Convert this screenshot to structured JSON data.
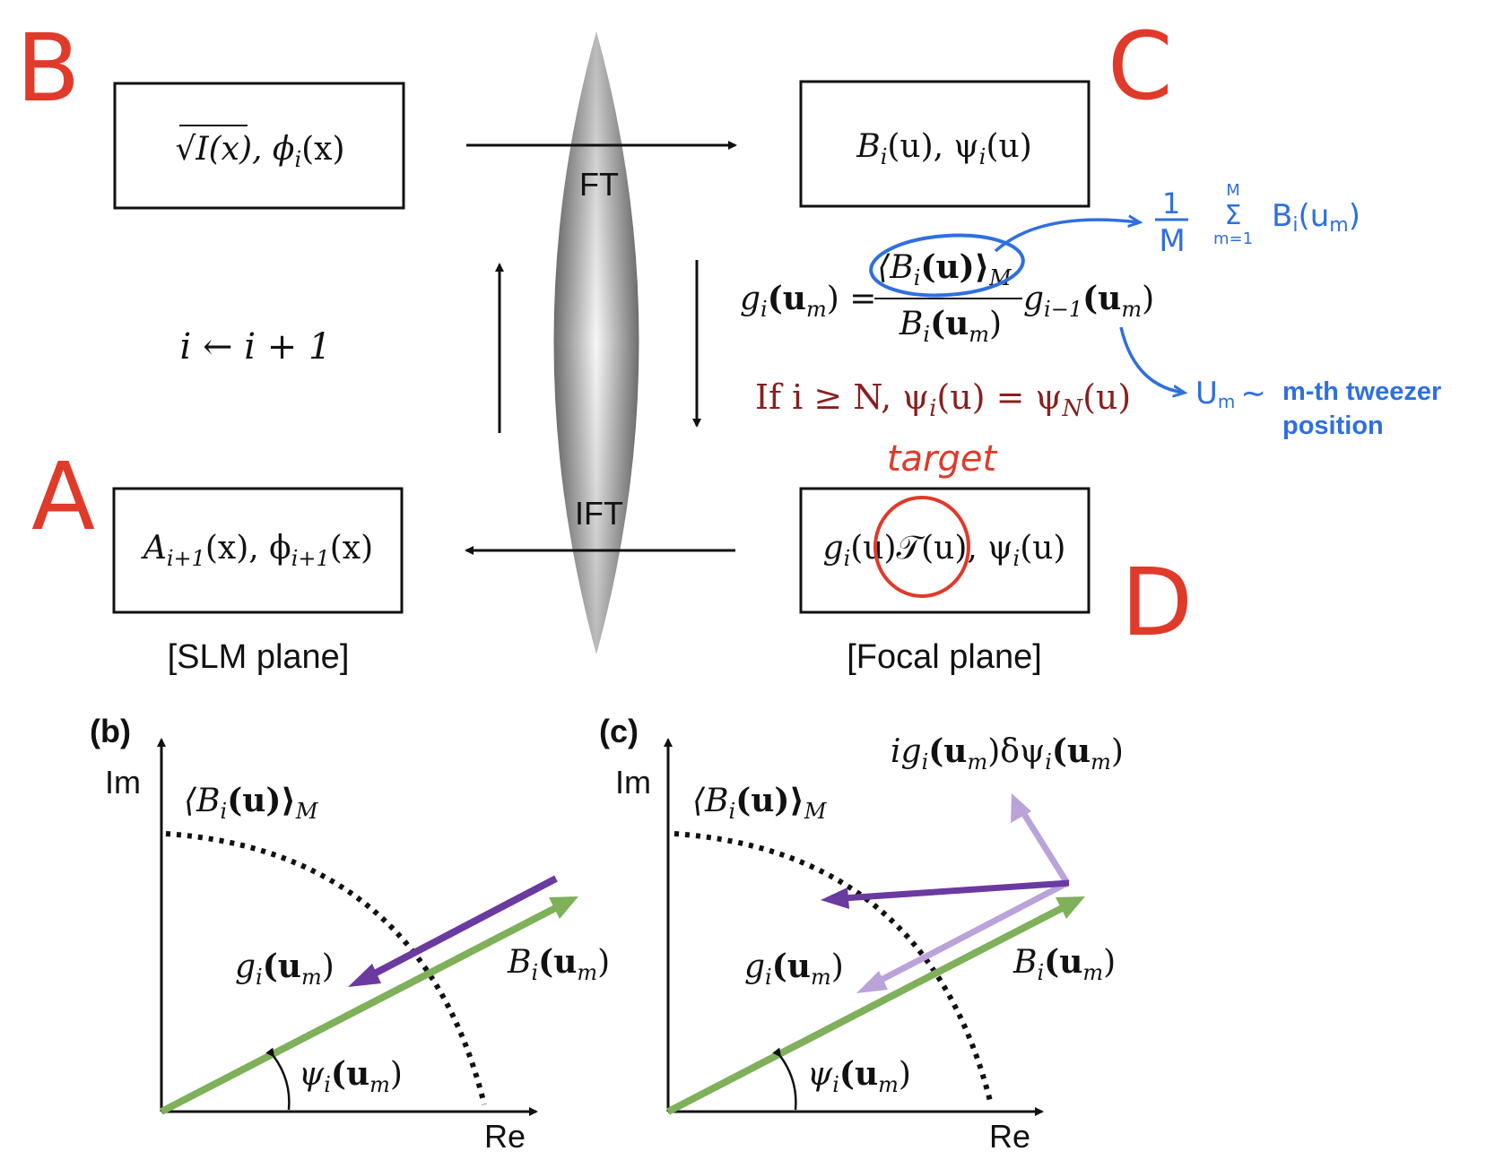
{
  "colors": {
    "annotation_red": "#e03a2a",
    "annotation_blue": "#2f6fe0",
    "condition_red": "#8a1f1f",
    "green_vector": "#7fb05a",
    "purple_vector": "#6a3aa0",
    "light_purple_vector": "#b9a3d9",
    "ink": "#111111"
  },
  "labels": {
    "B": "B",
    "C": "C",
    "A": "A",
    "D": "D",
    "target": "target"
  },
  "boxes": {
    "top_left": {
      "sqrt": "√",
      "arg": "I(x),  ϕ",
      "sub": "i",
      "tail": "(x)"
    },
    "top_right": {
      "text": "B",
      "sub": "i",
      "tail": "(u),  ψ",
      "sub2": "i",
      "tail2": "(u)"
    },
    "bottom_left": {
      "text": "A",
      "sub": "i+1",
      "tail": "(x),  ϕ",
      "sub2": "i+1",
      "tail2": "(x)"
    },
    "bottom_right": {
      "text": "g",
      "sub": "i",
      "tail": "(u)𝒯(u),  ψ",
      "sub2": "i",
      "tail2": "(u)"
    }
  },
  "lens": {
    "ft": "FT",
    "ift": "IFT"
  },
  "iteration": "i ← i + 1",
  "equation": {
    "lhs": "g",
    "lhs_sub": "i",
    "lhs_arg": "(u",
    "lhs_arg_sub": "m",
    "lhs_tail": ") =",
    "num": "⟨B",
    "num_sub": "i",
    "num_tail": "(u)⟩",
    "num_sub2": "M",
    "den": "B",
    "den_sub": "i",
    "den_tail": "(u",
    "den_sub2": "m",
    "den_tail2": ")",
    "rhs": "g",
    "rhs_sub": "i−1",
    "rhs_tail": "(u",
    "rhs_sub2": "m",
    "rhs_tail2": ")"
  },
  "condition": "If  i ≥ N,  ψ",
  "condition_sub": "i",
  "condition_tail": "(u) = ψ",
  "condition_sub2": "N",
  "condition_tail2": "(u)",
  "annotation": {
    "mean_lhs_num": "1",
    "mean_lhs_den": "M",
    "sum_top": "M",
    "sum_sym": "Σ",
    "sum_bottom": "m=1",
    "mean_rhs": "B",
    "mean_rhs_sub": "i",
    "mean_rhs_tail": "(u",
    "mean_rhs_sub2": "m",
    "mean_rhs_tail2": ")",
    "um": "U",
    "um_sub": "m",
    "tilde": "∼",
    "desc_line1": "m-th tweezer",
    "desc_line2": "position"
  },
  "planes": {
    "slm": "[SLM plane]",
    "focal": "[Focal plane]"
  },
  "panel_b": {
    "tag": "(b)",
    "im": "Im",
    "re": "Re",
    "mean": "⟨B",
    "mean_sub": "i",
    "mean_tail": "(u)⟩",
    "mean_sub2": "M",
    "g": "g",
    "g_sub": "i",
    "g_tail": "(u",
    "g_sub2": "m",
    "g_tail2": ")",
    "b": "B",
    "b_sub": "i",
    "b_tail": "(u",
    "b_sub2": "m",
    "b_tail2": ")",
    "psi": "ψ",
    "psi_sub": "i",
    "psi_tail": "(u",
    "psi_sub2": "m",
    "psi_tail2": ")"
  },
  "panel_c": {
    "tag": "(c)",
    "im": "Im",
    "re": "Re",
    "mean": "⟨B",
    "mean_sub": "i",
    "mean_tail": "(u)⟩",
    "mean_sub2": "M",
    "delta": "ig",
    "delta_sub": "i",
    "delta_tail": "(u",
    "delta_sub2": "m",
    "delta_tail2": ")δψ",
    "delta_sub3": "i",
    "delta_tail3": "(u",
    "delta_sub4": "m",
    "delta_tail4": ")",
    "g": "g",
    "g_sub": "i",
    "g_tail": "(u",
    "g_sub2": "m",
    "g_tail2": ")",
    "b": "B",
    "b_sub": "i",
    "b_tail": "(u",
    "b_sub2": "m",
    "b_tail2": ")",
    "psi": "ψ",
    "psi_sub": "i",
    "psi_tail": "(u",
    "psi_sub2": "m",
    "psi_tail2": ")"
  }
}
